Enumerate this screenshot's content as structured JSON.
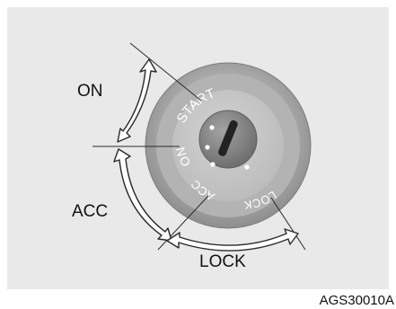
{
  "positions": {
    "start": "START",
    "on_ring": "ON",
    "acc_ring": "ACC",
    "lock_ring": "LOCK"
  },
  "zones": {
    "on": "ON",
    "acc": "ACC",
    "lock": "LOCK"
  },
  "figure_code": "AGS30010A",
  "colors": {
    "background": "#e9e9e9",
    "bezel_outer": "#9a9a9a",
    "bezel_inner": "#b8b8b8",
    "face": "#c9c9c9",
    "cylinder": "#8d8d8d",
    "key_slot": "#222222",
    "dots": "#ffffff",
    "arrows": "#2a2a2a"
  }
}
